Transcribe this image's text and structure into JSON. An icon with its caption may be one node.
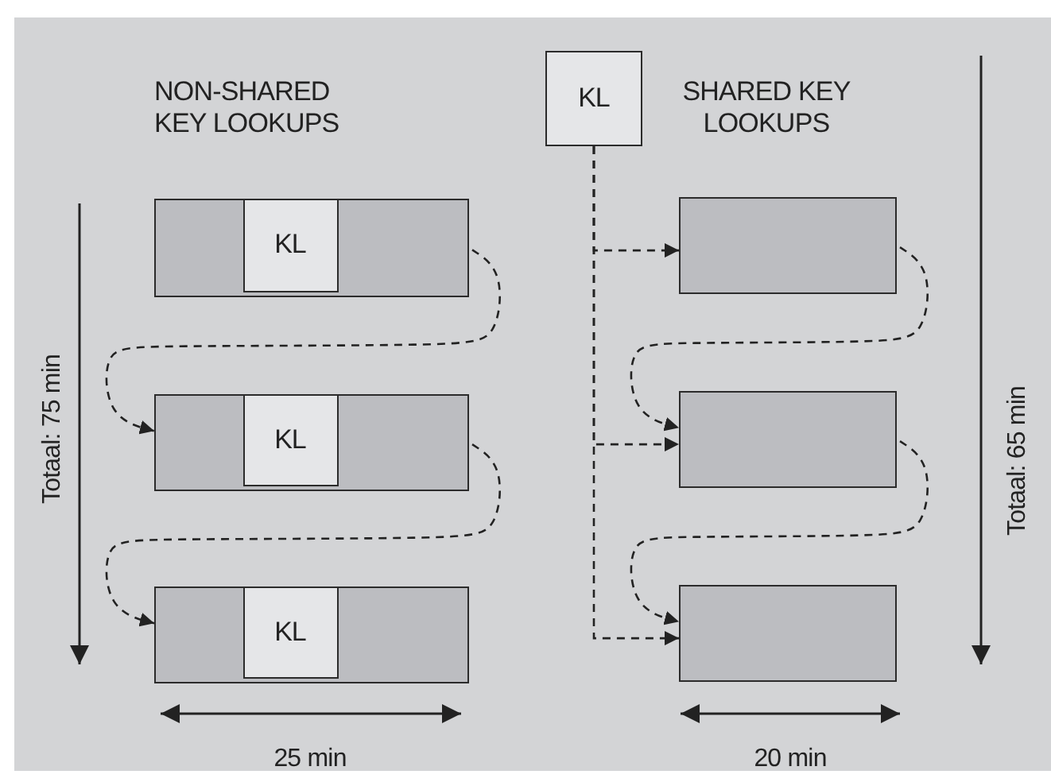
{
  "diagram": {
    "nodes": [
      {
        "text": [],
        "shape": "box"
      },
      {
        "text": [
          "KL"
        ],
        "in": 0
      },
      {
        "text": [],
        "shape": "box"
      },
      {
        "text": [
          "KL"
        ],
        "in": 2
      },
      {
        "text": [],
        "shape": "box"
      },
      {
        "text": [
          "KL"
        ],
        "in": 4
      },
      {
        "text": [
          "KL"
        ]
      },
      {
        "text": [],
        "shape": "box"
      },
      {
        "text": [],
        "shape": "box"
      },
      {
        "text": [],
        "shape": "box"
      }
    ],
    "edges": [
      {
        "from": 0,
        "to": 2,
        "arrow": "to",
        "style": "dashed"
      },
      {
        "from": 2,
        "to": 4,
        "arrow": "to",
        "style": "dashed"
      },
      {
        "from": 6,
        "to": 7,
        "arrow": "to",
        "style": "dashed"
      },
      {
        "from": 6,
        "to": 8,
        "arrow": "to",
        "style": "dashed"
      },
      {
        "from": 6,
        "to": 9,
        "arrow": "to",
        "style": "dashed"
      },
      {
        "from": 7,
        "to": 8,
        "arrow": "to",
        "style": "dashed"
      },
      {
        "from": 8,
        "to": 9,
        "arrow": "to",
        "style": "dashed"
      }
    ],
    "labels": [
      "NON-SHARED KEY LOOKUPS",
      "SHARED KEY LOOKUPS",
      "Totaal: 75 min",
      "Totaal: 65 min",
      "25 min",
      "20 min"
    ]
  }
}
